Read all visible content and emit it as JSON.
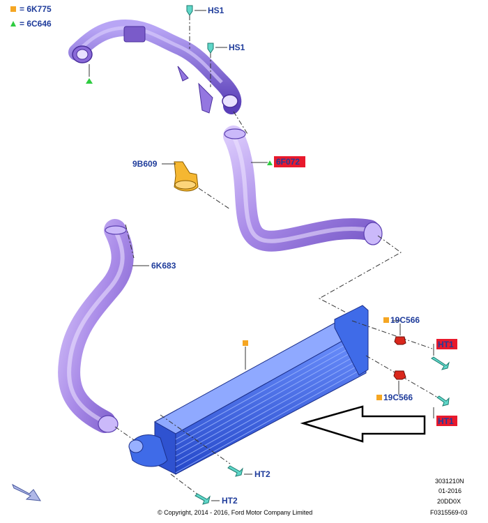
{
  "legend": {
    "items": [
      {
        "symbol": "square",
        "color": "#f5a623",
        "text": "= 6K775"
      },
      {
        "symbol": "triangle",
        "color": "#2ecc40",
        "text": "= 6C646"
      }
    ]
  },
  "callouts": {
    "hs1_top": "HS1",
    "hs1_mid": "HS1",
    "part_9b609": "9B609",
    "part_6f072": "6F072",
    "part_6k683": "6K683",
    "part_19c566_upper": "19C566",
    "part_19c566_lower": "19C566",
    "ht1_upper": "HT1",
    "ht1_lower": "HT1",
    "ht2_upper": "HT2",
    "ht2_lower": "HT2"
  },
  "colors": {
    "label_text": "#1f3c9b",
    "highlight": "#e8192c",
    "hose": "#a98be8",
    "intercooler": "#3f6be8",
    "bracket": "#f5b731",
    "fastener": "#5fd6c8",
    "grommet": "#d9271c",
    "marker_square": "#f5a623",
    "marker_triangle": "#2ecc40"
  },
  "footer": {
    "copyright": "© Copyright, 2014 - 2016, Ford Motor Company Limited",
    "code1": "3031210N",
    "code2": "01-2016",
    "code3": "20DD0X",
    "figure_id": "F0315569-03"
  }
}
